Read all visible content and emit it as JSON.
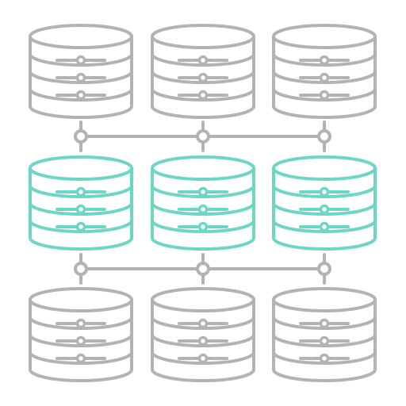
{
  "diagram": {
    "description_hidden": "",
    "colors": {
      "default": "#b3b3b3",
      "highlight": "#6dd6c5",
      "background": "#ffffff"
    },
    "grid": {
      "rows": 3,
      "cols": 3,
      "highlighted_row": 1
    },
    "icon": "database-stack-icon"
  }
}
